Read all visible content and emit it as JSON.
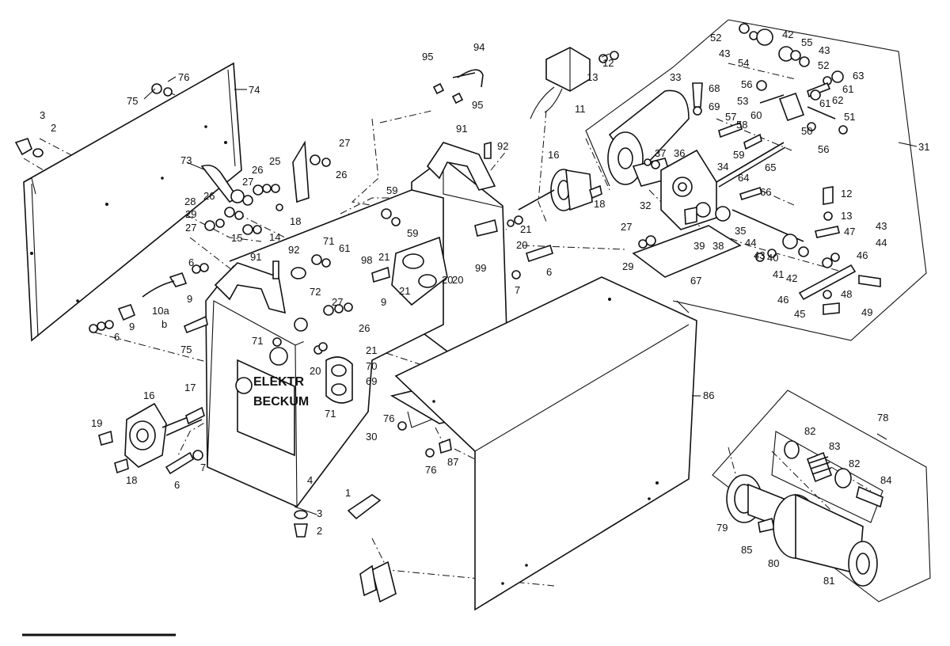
{
  "colors": {
    "ink": "#111111",
    "paper": "#ffffff"
  },
  "housing_text": {
    "line1": "ELEKTR",
    "line2": "BECKUM"
  },
  "callouts": [
    {
      "id": "c3a",
      "text": "3"
    },
    {
      "id": "c2a",
      "text": "2"
    },
    {
      "id": "c75a",
      "text": "75"
    },
    {
      "id": "c76a",
      "text": "76"
    },
    {
      "id": "c74",
      "text": "74"
    },
    {
      "id": "c73",
      "text": "73"
    },
    {
      "id": "c26a",
      "text": "26"
    },
    {
      "id": "c27a",
      "text": "27"
    },
    {
      "id": "c25",
      "text": "25"
    },
    {
      "id": "c27b",
      "text": "27"
    },
    {
      "id": "c26b",
      "text": "26"
    },
    {
      "id": "c28",
      "text": "28"
    },
    {
      "id": "c26c",
      "text": "26"
    },
    {
      "id": "c29a",
      "text": "29"
    },
    {
      "id": "c27c",
      "text": "27"
    },
    {
      "id": "c18a",
      "text": "18"
    },
    {
      "id": "c15",
      "text": "15"
    },
    {
      "id": "c14",
      "text": "14"
    },
    {
      "id": "c71a",
      "text": "71"
    },
    {
      "id": "c61a",
      "text": "61"
    },
    {
      "id": "c6a",
      "text": "6"
    },
    {
      "id": "c91a",
      "text": "91"
    },
    {
      "id": "c92a",
      "text": "92"
    },
    {
      "id": "c9a",
      "text": "9"
    },
    {
      "id": "c10ab",
      "text": "10a"
    },
    {
      "id": "c10b",
      "text": "b"
    },
    {
      "id": "c9b",
      "text": "9"
    },
    {
      "id": "c6b",
      "text": "6"
    },
    {
      "id": "c75b",
      "text": "75"
    },
    {
      "id": "c72",
      "text": "72"
    },
    {
      "id": "c98",
      "text": "98"
    },
    {
      "id": "c27d",
      "text": "27"
    },
    {
      "id": "c9c",
      "text": "9"
    },
    {
      "id": "c26d",
      "text": "26"
    },
    {
      "id": "c21a",
      "text": "21"
    },
    {
      "id": "c20a",
      "text": "20"
    },
    {
      "id": "c21b",
      "text": "21"
    },
    {
      "id": "c20b",
      "text": "20"
    },
    {
      "id": "c71b",
      "text": "71"
    },
    {
      "id": "c21c",
      "text": "21"
    },
    {
      "id": "c20c",
      "text": "20"
    },
    {
      "id": "c70",
      "text": "70"
    },
    {
      "id": "c69a",
      "text": "69"
    },
    {
      "id": "c71c",
      "text": "71"
    },
    {
      "id": "c16a",
      "text": "16"
    },
    {
      "id": "c17",
      "text": "17"
    },
    {
      "id": "c19",
      "text": "19"
    },
    {
      "id": "c18b",
      "text": "18"
    },
    {
      "id": "c6c",
      "text": "6"
    },
    {
      "id": "c7a",
      "text": "7"
    },
    {
      "id": "c4",
      "text": "4"
    },
    {
      "id": "c1",
      "text": "1"
    },
    {
      "id": "c3b",
      "text": "3"
    },
    {
      "id": "c2b",
      "text": "2"
    },
    {
      "id": "c30",
      "text": "30"
    },
    {
      "id": "c76b",
      "text": "76"
    },
    {
      "id": "c76c",
      "text": "76"
    },
    {
      "id": "c87",
      "text": "87"
    },
    {
      "id": "c95a",
      "text": "95"
    },
    {
      "id": "c94",
      "text": "94"
    },
    {
      "id": "c95b",
      "text": "95"
    },
    {
      "id": "c91b",
      "text": "91"
    },
    {
      "id": "c92b",
      "text": "92"
    },
    {
      "id": "c59a",
      "text": "59"
    },
    {
      "id": "c59b",
      "text": "59"
    },
    {
      "id": "c99",
      "text": "99"
    },
    {
      "id": "c16b",
      "text": "16"
    },
    {
      "id": "c18c",
      "text": "18"
    },
    {
      "id": "c21d",
      "text": "21"
    },
    {
      "id": "c20d",
      "text": "20"
    },
    {
      "id": "c6d",
      "text": "6"
    },
    {
      "id": "c7b",
      "text": "7"
    },
    {
      "id": "c11",
      "text": "11"
    },
    {
      "id": "c13a",
      "text": "13"
    },
    {
      "id": "c12a",
      "text": "12"
    },
    {
      "id": "c33",
      "text": "33"
    },
    {
      "id": "c68",
      "text": "68"
    },
    {
      "id": "c69b",
      "text": "69"
    },
    {
      "id": "c37",
      "text": "37"
    },
    {
      "id": "c36",
      "text": "36"
    },
    {
      "id": "c59c",
      "text": "59"
    },
    {
      "id": "c34",
      "text": "34"
    },
    {
      "id": "c64",
      "text": "64"
    },
    {
      "id": "c65",
      "text": "65"
    },
    {
      "id": "c66",
      "text": "66"
    },
    {
      "id": "c32",
      "text": "32"
    },
    {
      "id": "c27e",
      "text": "27"
    },
    {
      "id": "c29b",
      "text": "29"
    },
    {
      "id": "c35",
      "text": "35"
    },
    {
      "id": "c39",
      "text": "39"
    },
    {
      "id": "c38",
      "text": "38"
    },
    {
      "id": "c67",
      "text": "67"
    },
    {
      "id": "c52a",
      "text": "52"
    },
    {
      "id": "c43a",
      "text": "43"
    },
    {
      "id": "c54",
      "text": "54"
    },
    {
      "id": "c42a",
      "text": "42"
    },
    {
      "id": "c55",
      "text": "55"
    },
    {
      "id": "c43b",
      "text": "43"
    },
    {
      "id": "c52b",
      "text": "52"
    },
    {
      "id": "c63",
      "text": "63"
    },
    {
      "id": "c56a",
      "text": "56"
    },
    {
      "id": "c53",
      "text": "53"
    },
    {
      "id": "c61b",
      "text": "61"
    },
    {
      "id": "c62",
      "text": "62"
    },
    {
      "id": "c61c",
      "text": "61"
    },
    {
      "id": "c57",
      "text": "57"
    },
    {
      "id": "c58",
      "text": "58"
    },
    {
      "id": "c60",
      "text": "60"
    },
    {
      "id": "c50",
      "text": "50"
    },
    {
      "id": "c51",
      "text": "51"
    },
    {
      "id": "c56b",
      "text": "56"
    },
    {
      "id": "c31",
      "text": "31"
    },
    {
      "id": "c12b",
      "text": "12"
    },
    {
      "id": "c13b",
      "text": "13"
    },
    {
      "id": "c47",
      "text": "47"
    },
    {
      "id": "c43c",
      "text": "43"
    },
    {
      "id": "c44a",
      "text": "44"
    },
    {
      "id": "c44b",
      "text": "44"
    },
    {
      "id": "c43d",
      "text": "43"
    },
    {
      "id": "c40",
      "text": "40"
    },
    {
      "id": "c46a",
      "text": "46"
    },
    {
      "id": "c41",
      "text": "41"
    },
    {
      "id": "c42b",
      "text": "42"
    },
    {
      "id": "c46b",
      "text": "46"
    },
    {
      "id": "c48",
      "text": "48"
    },
    {
      "id": "c45",
      "text": "45"
    },
    {
      "id": "c49",
      "text": "49"
    },
    {
      "id": "c86",
      "text": "86"
    },
    {
      "id": "c78",
      "text": "78"
    },
    {
      "id": "c82a",
      "text": "82"
    },
    {
      "id": "c83",
      "text": "83"
    },
    {
      "id": "c82b",
      "text": "82"
    },
    {
      "id": "c84",
      "text": "84"
    },
    {
      "id": "c79",
      "text": "79"
    },
    {
      "id": "c85",
      "text": "85"
    },
    {
      "id": "c80",
      "text": "80"
    },
    {
      "id": "c81",
      "text": "81"
    }
  ]
}
